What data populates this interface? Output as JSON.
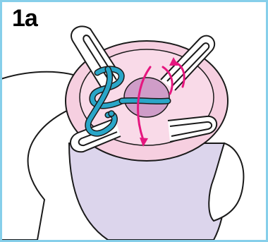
{
  "figure": {
    "step_label": "1a",
    "colors": {
      "border": "#86cfea",
      "loom_pink": "#f6cfe0",
      "loom_top": "#f9dae8",
      "loom_body": "#dcd5ec",
      "hole": "#cf9dc8",
      "yarn": "#2aa6c8",
      "arrow": "#e5177f",
      "hand": "#ffffff",
      "outline": "#1a1a1a"
    },
    "icons": [
      "hand-illustration",
      "knitting-loom",
      "loom-peg",
      "yarn-strand",
      "direction-arrow"
    ]
  }
}
